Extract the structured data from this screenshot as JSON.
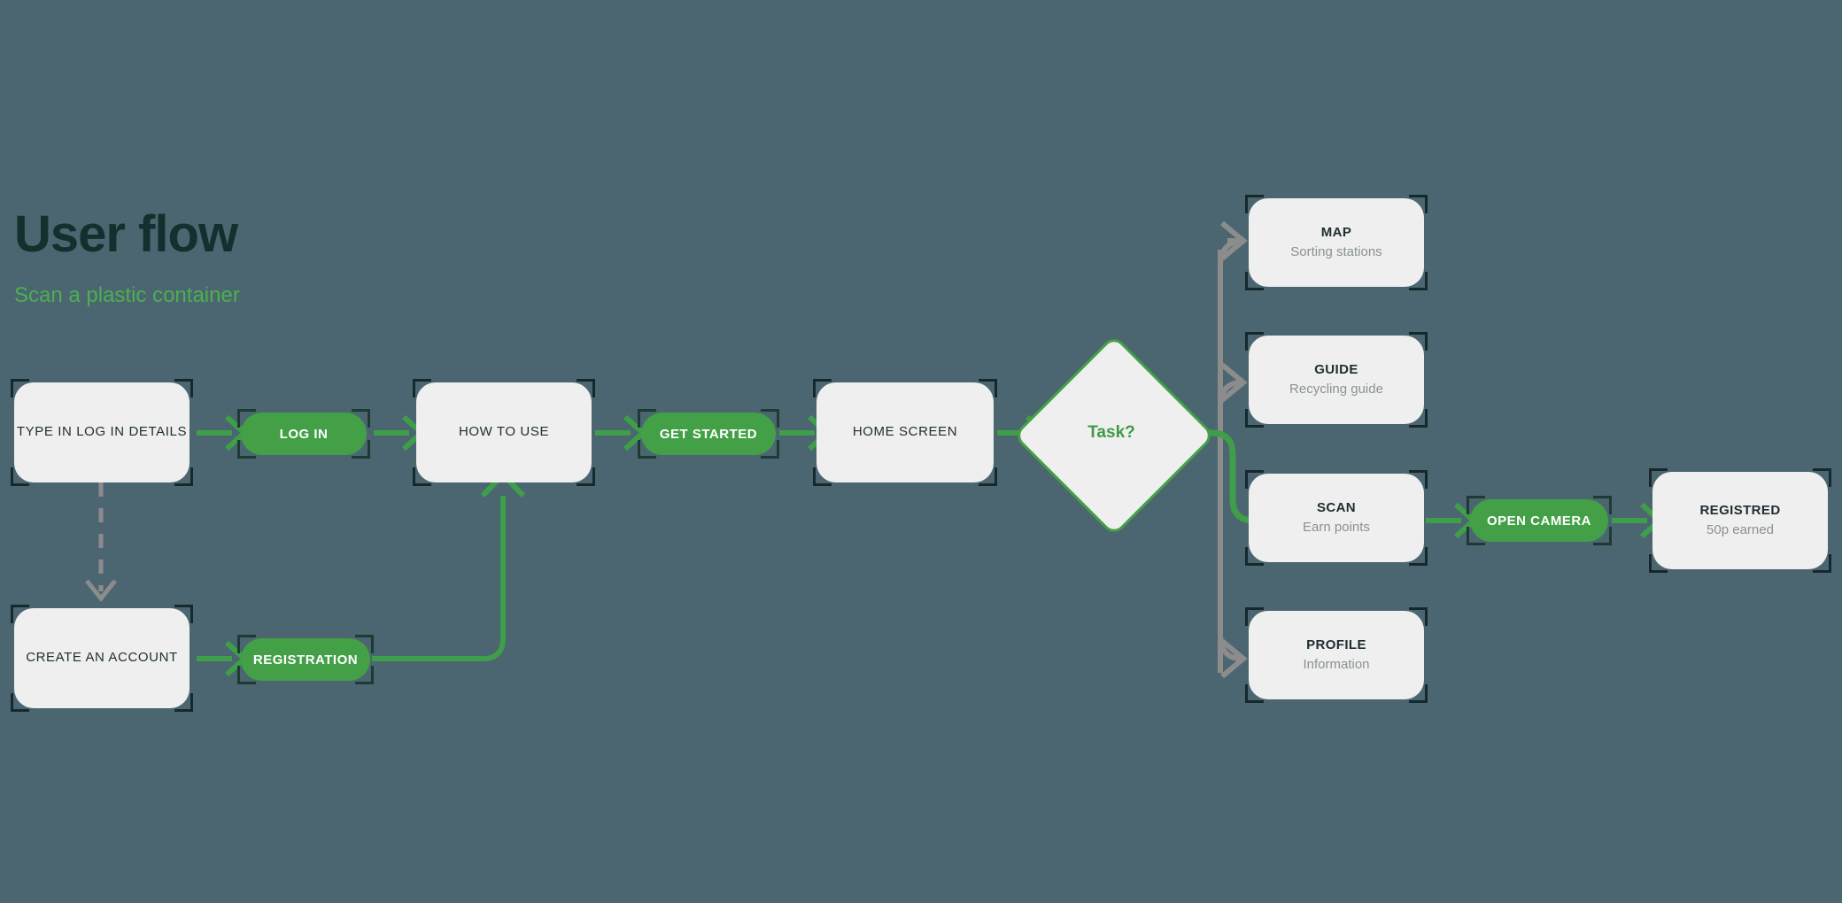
{
  "header": {
    "title": "User flow",
    "subtitle": "Scan a plastic container"
  },
  "colors": {
    "background": "#4b6670",
    "card_fill": "#efefef",
    "accent_green": "#43a047",
    "flow_green": "#3f9e49",
    "muted_gray": "#8a9194",
    "connector_gray": "#8c8c8c",
    "title_dark": "#14302e",
    "subtitle_green": "#4caf50",
    "corner_mark": "#15292c"
  },
  "nodes": [
    {
      "id": "type-in-log-in-details",
      "shape": "card",
      "label": "TYPE IN LOG IN DETAILS",
      "sublabel": "",
      "bold": false
    },
    {
      "id": "log-in",
      "shape": "pill",
      "label": "LOG IN",
      "sublabel": "",
      "bold": true
    },
    {
      "id": "how-to-use",
      "shape": "card",
      "label": "HOW TO USE",
      "sublabel": "",
      "bold": false
    },
    {
      "id": "get-started",
      "shape": "pill",
      "label": "GET STARTED",
      "sublabel": "",
      "bold": true
    },
    {
      "id": "home-screen",
      "shape": "card",
      "label": "HOME SCREEN",
      "sublabel": "",
      "bold": false
    },
    {
      "id": "task-decision",
      "shape": "diamond",
      "label": "Task?",
      "sublabel": "",
      "bold": true
    },
    {
      "id": "map",
      "shape": "card",
      "label": "MAP",
      "sublabel": "Sorting stations",
      "bold": true
    },
    {
      "id": "guide",
      "shape": "card",
      "label": "GUIDE",
      "sublabel": "Recycling guide",
      "bold": true
    },
    {
      "id": "scan",
      "shape": "card",
      "label": "SCAN",
      "sublabel": "Earn points",
      "bold": true
    },
    {
      "id": "profile",
      "shape": "card",
      "label": "PROFILE",
      "sublabel": "Information",
      "bold": true
    },
    {
      "id": "open-camera",
      "shape": "pill",
      "label": "OPEN CAMERA",
      "sublabel": "",
      "bold": true
    },
    {
      "id": "registred",
      "shape": "card",
      "label": "REGISTRED",
      "sublabel": "50p earned",
      "bold": true
    },
    {
      "id": "create-an-account",
      "shape": "card",
      "label": "CREATE AN ACCOUNT",
      "sublabel": "",
      "bold": false
    },
    {
      "id": "registration",
      "shape": "pill",
      "label": "REGISTRATION",
      "sublabel": "",
      "bold": true
    }
  ],
  "connectors": [
    {
      "from": "type-in-log-in-details",
      "to": "log-in",
      "style": "solid",
      "color": "green"
    },
    {
      "from": "log-in",
      "to": "how-to-use",
      "style": "solid",
      "color": "green"
    },
    {
      "from": "how-to-use",
      "to": "get-started",
      "style": "solid",
      "color": "green"
    },
    {
      "from": "get-started",
      "to": "home-screen",
      "style": "solid",
      "color": "green"
    },
    {
      "from": "home-screen",
      "to": "task-decision",
      "style": "solid",
      "color": "green"
    },
    {
      "from": "task-decision",
      "to": "map",
      "style": "solid",
      "color": "gray"
    },
    {
      "from": "task-decision",
      "to": "guide",
      "style": "solid",
      "color": "gray"
    },
    {
      "from": "task-decision",
      "to": "scan",
      "style": "solid",
      "color": "green"
    },
    {
      "from": "task-decision",
      "to": "profile",
      "style": "solid",
      "color": "gray"
    },
    {
      "from": "scan",
      "to": "open-camera",
      "style": "solid",
      "color": "green"
    },
    {
      "from": "open-camera",
      "to": "registred",
      "style": "solid",
      "color": "green"
    },
    {
      "from": "type-in-log-in-details",
      "to": "create-an-account",
      "style": "dashed",
      "color": "gray"
    },
    {
      "from": "create-an-account",
      "to": "registration",
      "style": "solid",
      "color": "green"
    },
    {
      "from": "registration",
      "to": "how-to-use",
      "style": "solid",
      "color": "green"
    }
  ]
}
